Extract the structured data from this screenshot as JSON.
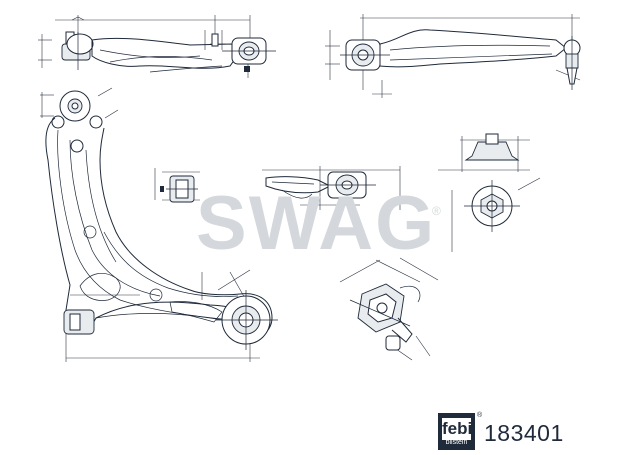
{
  "watermark": {
    "brand": "SWAG",
    "registered": "®"
  },
  "logo": {
    "main": "febi",
    "sub": "bilstein",
    "registered": "®"
  },
  "part_number": "183401",
  "colors": {
    "ink": "#1f2a3a",
    "watermark": "#d4d8dc",
    "background": "#ffffff"
  }
}
